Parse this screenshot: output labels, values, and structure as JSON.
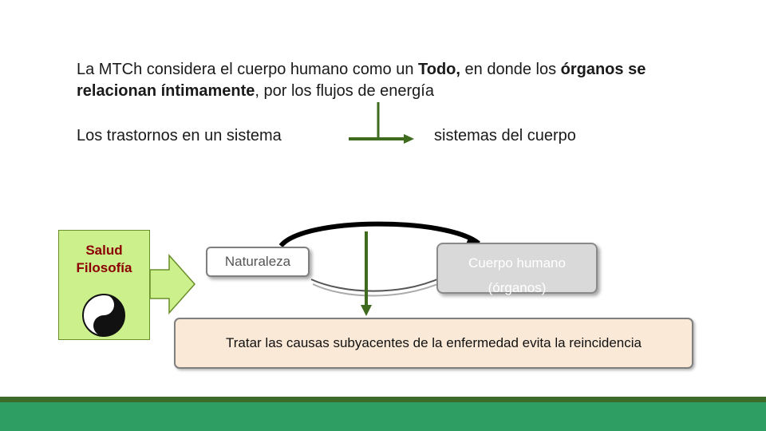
{
  "intro": {
    "line1_a": "La MTCh considera el cuerpo humano como un ",
    "line1_b": "Todo,",
    "line1_c": " en donde los ",
    "line1_d": "órganos se",
    "line2_a": "relacionan íntimamente",
    "line2_b": ", por los flujos de energía"
  },
  "flow": {
    "left": "Los trastornos en un sistema",
    "right": "sistemas del cuerpo"
  },
  "salud": {
    "line1": "Salud",
    "line2": "Filosofía",
    "icon": "yin-yang-icon"
  },
  "nodes": {
    "naturaleza": "Naturaleza",
    "cuerpo_line1": "Cuerpo humano",
    "cuerpo_line2": "(órganos)"
  },
  "conclusion": "Tratar las causas subyacentes de la enfermedad evita la reincidencia",
  "colors": {
    "arrow_green": "#3f6b1f",
    "salud_fill": "#ccf08c",
    "salud_text": "#8b0000",
    "footer_dark": "#3c6b2a",
    "footer_green": "#2e9e62",
    "conclusion_fill": "#fbe9d7",
    "cuerpo_fill": "#d9d9d9"
  }
}
